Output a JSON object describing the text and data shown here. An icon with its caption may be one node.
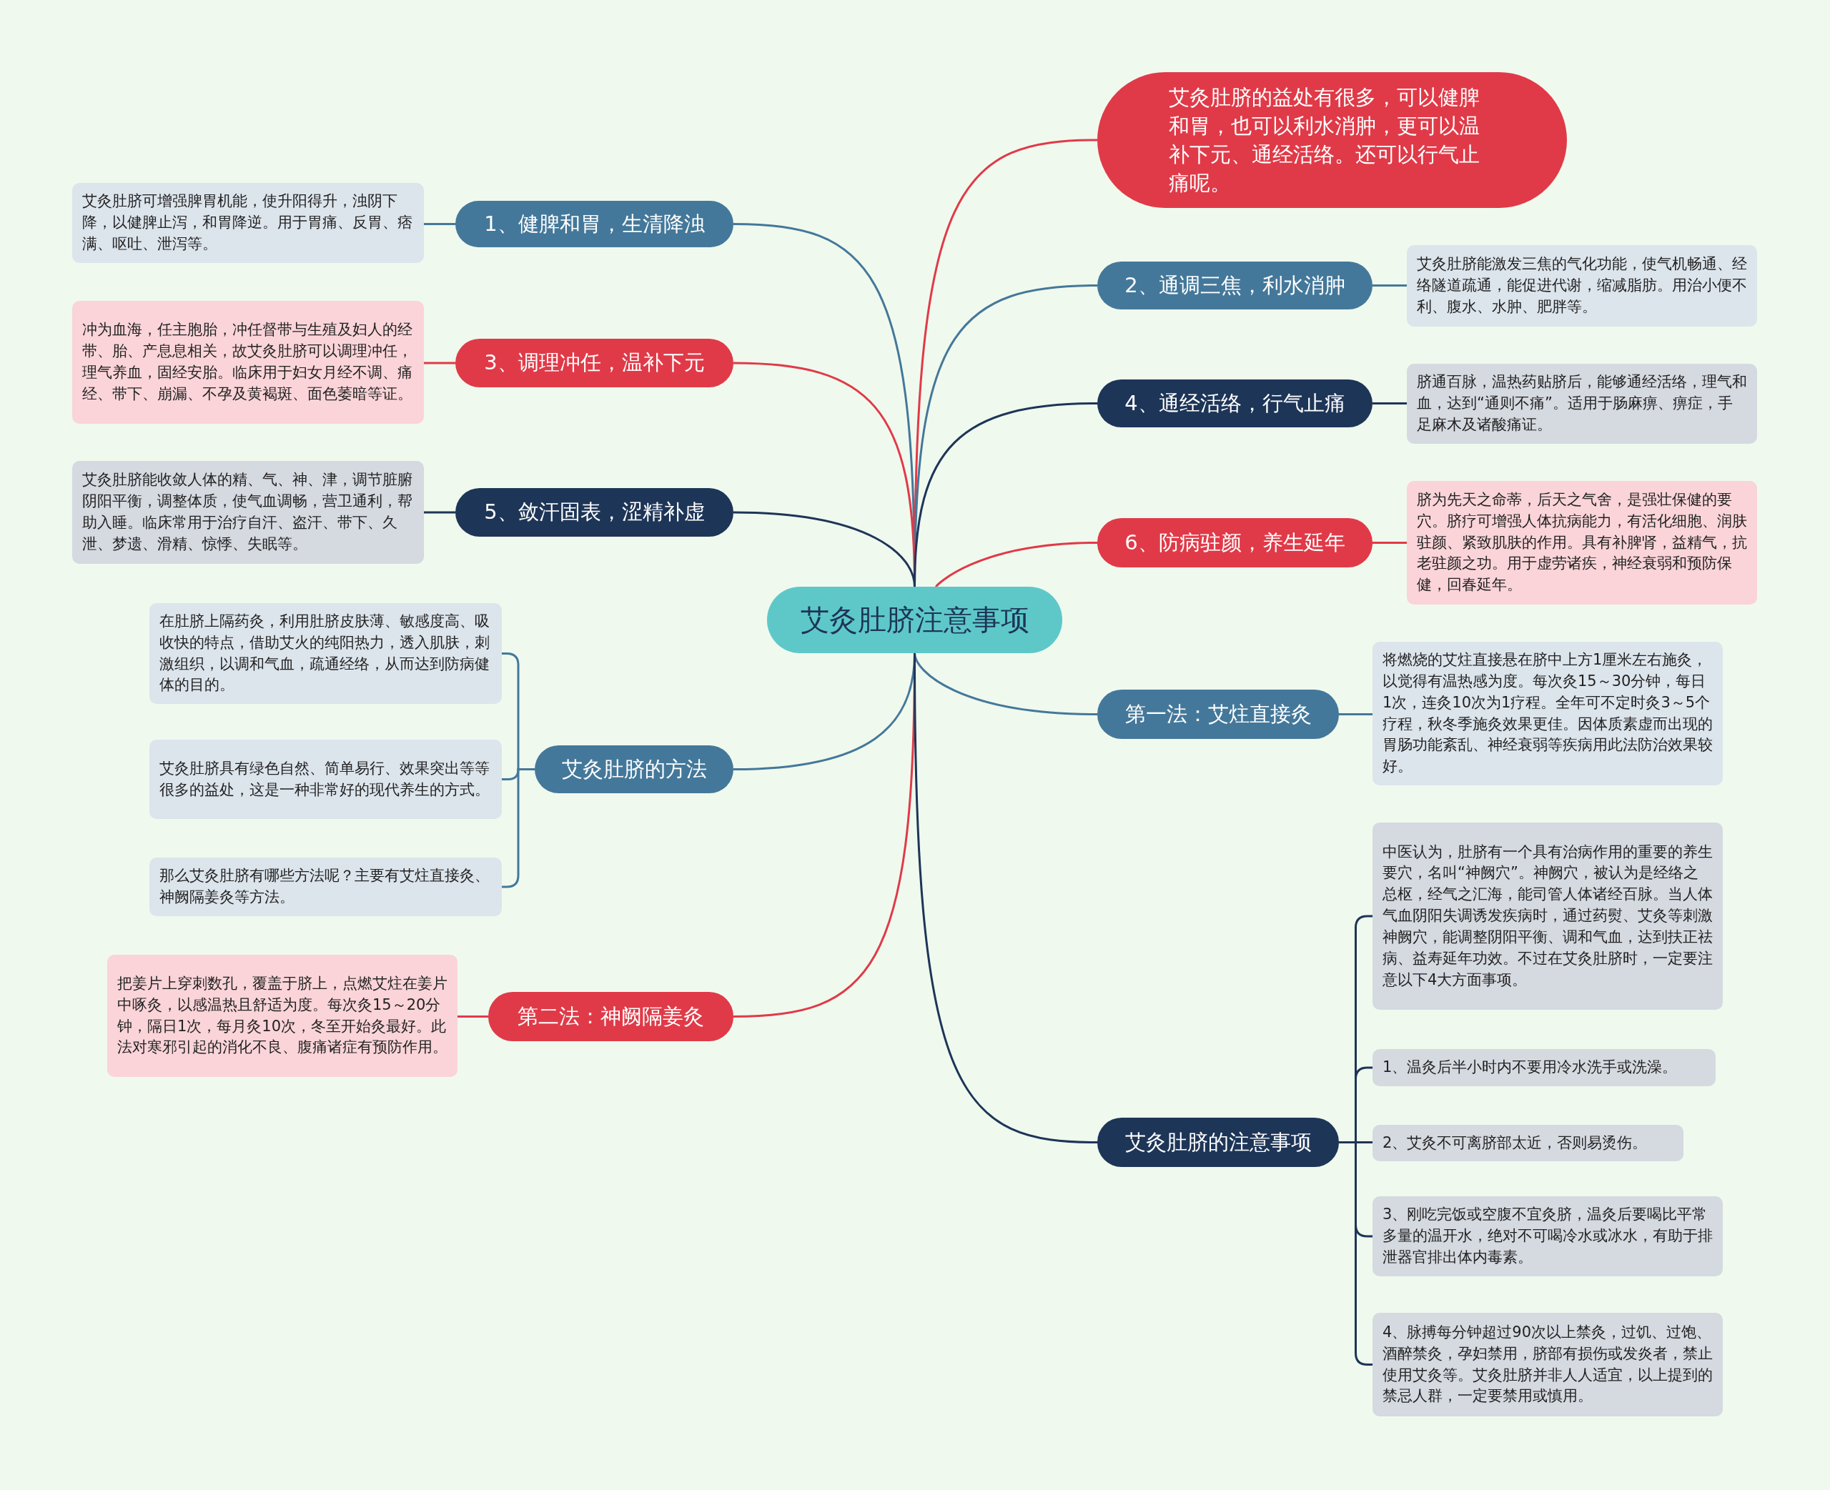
{
  "diagram": {
    "nodes": [
      {
        "text": [
          "艾灸肚脐注意事项"
        ]
      },
      {
        "text": [
          "1、健脾和胃，生清降浊"
        ]
      },
      {
        "text": [
          "艾灸肚脐可增强脾胃机能，使升阳得升，浊阴下降，以健脾止泻，和胃降逆。用于胃痛、反胃、痞满、呕吐、泄泻等。"
        ]
      },
      {
        "text": [
          "艾灸肚脐的益处有很多，可以健脾和胃，也可以利水消肿，更可以温补下元、通经活络。还可以行气止痛呢。"
        ]
      },
      {
        "text": [
          "2、通调三焦，利水消肿"
        ]
      },
      {
        "text": [
          "艾灸肚脐能激发三焦的气化功能，使气机畅通、经络隧道疏通，能促进代谢，缩减脂肪。用治小便不利、腹水、水肿、肥胖等。"
        ]
      },
      {
        "text": [
          "3、调理冲任，温补下元"
        ]
      },
      {
        "text": [
          "冲为血海，任主胞胎，冲任督带与生殖及妇人的经带、胎、产息息相关，故艾灸肚脐可以调理冲任，理气养血，固经安胎。临床用于妇女月经不调、痛经、带下、崩漏、不孕及黄褐斑、面色萎暗等证。"
        ]
      },
      {
        "text": [
          "4、通经活络，行气止痛"
        ]
      },
      {
        "text": [
          "脐通百脉，温热药贴脐后，能够通经活络，理气和血，达到“通则不痛”。适用于肠麻痹、痹症，手足麻木及诸酸痛证。"
        ]
      },
      {
        "text": [
          "5、敛汗固表，涩精补虚"
        ]
      },
      {
        "text": [
          "艾灸肚脐能收敛人体的精、气、神、津，调节脏腑阴阳平衡，调整体质，使气血调畅，营卫通利，帮助入睡。临床常用于治疗自汗、盗汗、带下、久泄、梦遗、滑精、惊悸、失眠等。"
        ]
      },
      {
        "text": [
          "6、防病驻颜，养生延年"
        ]
      },
      {
        "text": [
          "脐为先天之命蒂，后天之气舍，是强壮保健的要穴。脐疗可增强人体抗病能力，有活化细胞、润肤驻颜、紧致肌肤的作用。具有补脾肾，益精气，抗老驻颜之功。用于虚劳诸疾，神经衰弱和预防保健，回春延年。"
        ]
      },
      {
        "text": [
          "艾灸肚脐的方法"
        ]
      },
      {
        "text": [
          "在肚脐上隔药灸，利用肚脐皮肤薄、敏感度高、吸收快的特点，借助艾火的纯阳热力，透入肌肤，刺激组织，以调和气血，疏通经络，从而达到防病健体的目的。"
        ]
      },
      {
        "text": [
          "艾灸肚脐具有绿色自然、简单易行、效果突出等等很多的益处，这是一种非常好的现代养生的方式。"
        ]
      },
      {
        "text": [
          "那么艾灸肚脐有哪些方法呢？主要有艾炷直接灸、神阙隔姜灸等方法。"
        ]
      },
      {
        "text": [
          "第一法：艾炷直接灸"
        ]
      },
      {
        "text": [
          "将燃烧的艾炷直接悬在脐中上方1厘米左右施灸，以觉得有温热感为度。每次灸15～30分钟，每日1次，连灸10次为1疗程。全年可不定时灸3～5个疗程，秋冬季施灸效果更佳。因体质素虚而出现的胃肠功能紊乱、神经衰弱等疾病用此法防治效果较好。"
        ]
      },
      {
        "text": [
          "第二法：神阙隔姜灸"
        ]
      },
      {
        "text": [
          "把姜片上穿刺数孔，覆盖于脐上，点燃艾炷在姜片中啄灸，以感温热且舒适为度。每次灸15～20分钟，隔日1次，每月灸10次，冬至开始灸最好。此法对寒邪引起的消化不良、腹痛诸症有预防作用。"
        ]
      },
      {
        "text": [
          "艾灸肚脐的注意事项"
        ]
      },
      {
        "text": [
          "中医认为，肚脐有一个具有治病作用的重要的养生要穴，名叫“神阙穴”。神阙穴，被认为是经络之总枢，经气之汇海，能司管人体诸经百脉。当人体气血阴阳失调诱发疾病时，通过药熨、艾灸等刺激神阙穴，能调整阴阳平衡、调和气血，达到扶正祛病、益寿延年功效。不过在艾灸肚脐时，一定要注意以下4大方面事项。"
        ]
      },
      {
        "text": [
          "1、温灸后半小时内不要用冷水洗手或洗澡。"
        ]
      },
      {
        "text": [
          "2、艾灸不可离脐部太近，否则易烫伤。"
        ]
      },
      {
        "text": [
          "3、刚吃完饭或空腹不宜灸脐，温灸后要喝比平常多量的温开水，绝对不可喝冷水或冰水，有助于排泄器官排出体内毒素。"
        ]
      },
      {
        "text": [
          "4、脉搏每分钟超过90次以上禁灸，过饥、过饱、酒醉禁灸，孕妇禁用，脐部有损伤或发炎者，禁止使用艾灸等。艾灸肚脐并非人人适宜，以上提到的禁忌人群，一定要禁用或慎用。"
        ]
      }
    ],
    "edges": [
      {
        "from": 0,
        "to": 1,
        "arrow": "none",
        "color": "#44789a"
      },
      {
        "from": 1,
        "to": 2,
        "arrow": "none",
        "color": "#44789a"
      },
      {
        "from": 0,
        "to": 3,
        "arrow": "none",
        "color": "#e03a48"
      },
      {
        "from": 0,
        "to": 4,
        "arrow": "none",
        "color": "#44789a"
      },
      {
        "from": 4,
        "to": 5,
        "arrow": "none",
        "color": "#44789a"
      },
      {
        "from": 0,
        "to": 6,
        "arrow": "none",
        "color": "#e03a48"
      },
      {
        "from": 6,
        "to": 7,
        "arrow": "none",
        "color": "#e03a48"
      },
      {
        "from": 0,
        "to": 8,
        "arrow": "none",
        "color": "#1d3557"
      },
      {
        "from": 8,
        "to": 9,
        "arrow": "none",
        "color": "#1d3557"
      },
      {
        "from": 0,
        "to": 10,
        "arrow": "none",
        "color": "#1d3557"
      },
      {
        "from": 10,
        "to": 11,
        "arrow": "none",
        "color": "#1d3557"
      },
      {
        "from": 0,
        "to": 12,
        "arrow": "none",
        "color": "#e03a48"
      },
      {
        "from": 12,
        "to": 13,
        "arrow": "none",
        "color": "#e03a48"
      },
      {
        "from": 0,
        "to": 14,
        "arrow": "none",
        "color": "#44789a"
      },
      {
        "from": 14,
        "to": 15,
        "arrow": "none",
        "color": "#44789a"
      },
      {
        "from": 14,
        "to": 16,
        "arrow": "none",
        "color": "#44789a"
      },
      {
        "from": 14,
        "to": 17,
        "arrow": "none",
        "color": "#44789a"
      },
      {
        "from": 0,
        "to": 18,
        "arrow": "none",
        "color": "#44789a"
      },
      {
        "from": 18,
        "to": 19,
        "arrow": "none",
        "color": "#44789a"
      },
      {
        "from": 0,
        "to": 20,
        "arrow": "none",
        "color": "#e03a48"
      },
      {
        "from": 20,
        "to": 21,
        "arrow": "none",
        "color": "#e03a48"
      },
      {
        "from": 0,
        "to": 22,
        "arrow": "none",
        "color": "#1d3557"
      },
      {
        "from": 22,
        "to": 23,
        "arrow": "none",
        "color": "#1d3557"
      },
      {
        "from": 22,
        "to": 24,
        "arrow": "none",
        "color": "#1d3557"
      },
      {
        "from": 22,
        "to": 25,
        "arrow": "none",
        "color": "#1d3557"
      },
      {
        "from": 22,
        "to": 26,
        "arrow": "none",
        "color": "#1d3557"
      },
      {
        "from": 22,
        "to": 27,
        "arrow": "none",
        "color": "#1d3557"
      }
    ]
  }
}
